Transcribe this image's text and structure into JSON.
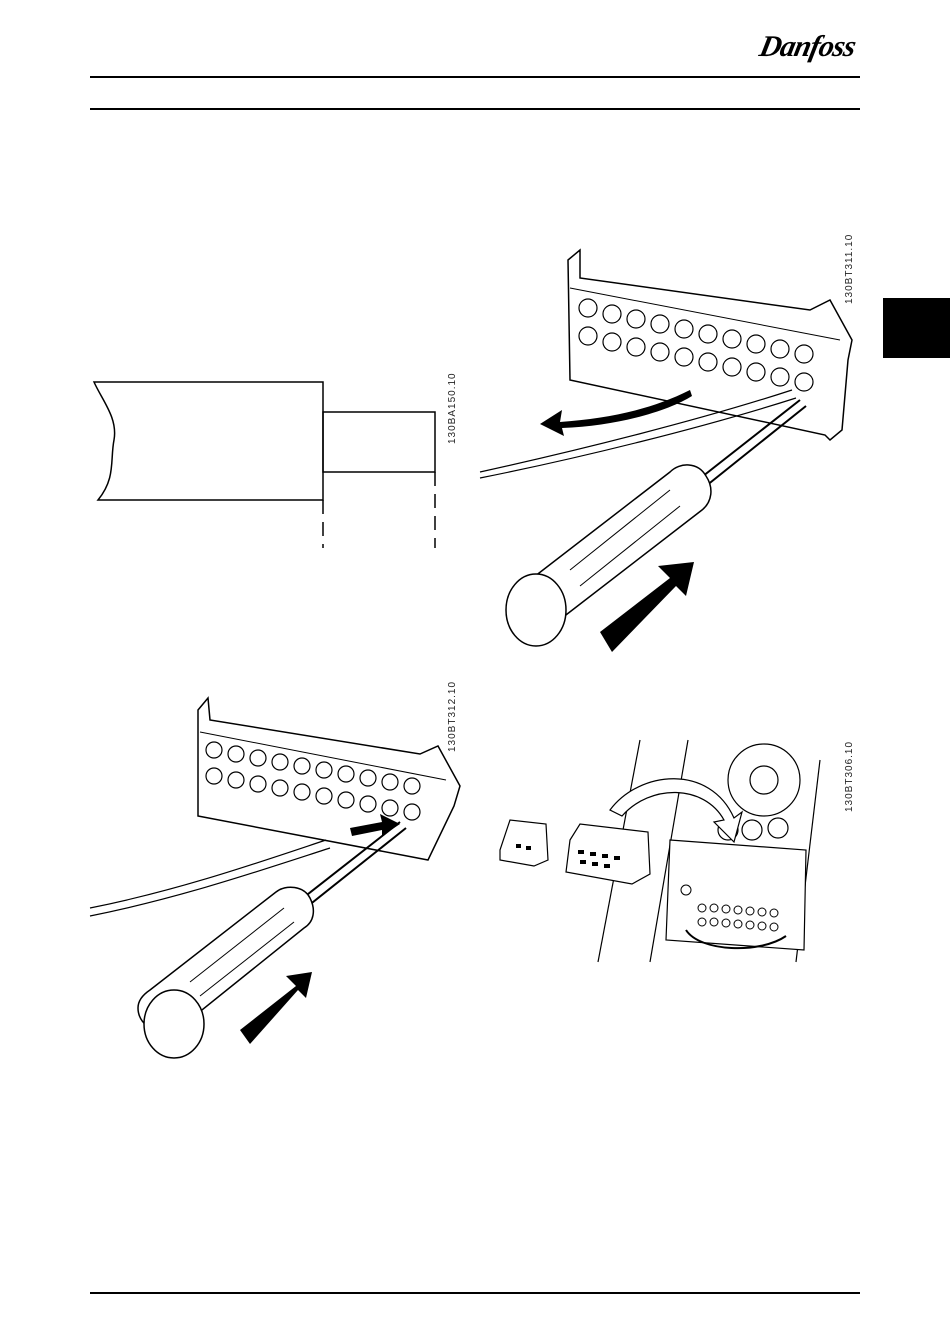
{
  "header": {
    "brand": "Danfoss"
  },
  "figures": [
    {
      "id": "fig-wire-strip",
      "code": "130BA150.10"
    },
    {
      "id": "fig-screwdriver-insert",
      "code": "130BT311.10"
    },
    {
      "id": "fig-wire-insert",
      "code": "130BT312.10"
    },
    {
      "id": "fig-terminal-plug",
      "code": "130BT306.10"
    }
  ],
  "colors": {
    "ink": "#000000",
    "background": "#ffffff"
  }
}
